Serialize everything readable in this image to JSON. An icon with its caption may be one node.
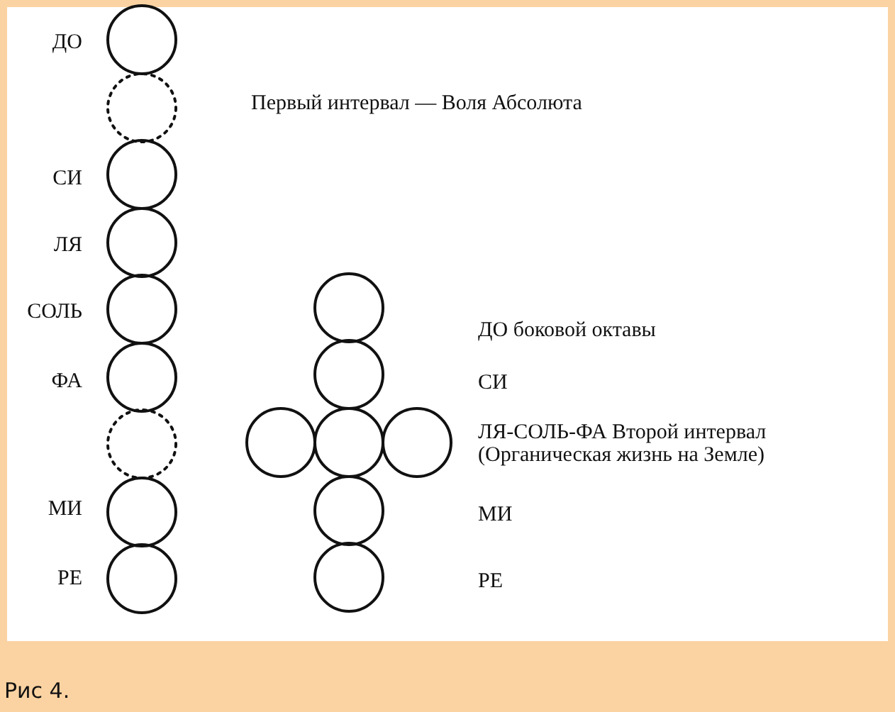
{
  "diagram": {
    "caption": "Рис 4.",
    "nodes": [
      {
        "text": [],
        "shape": "circle",
        "beside": [
          "ДО"
        ]
      },
      {
        "text": [],
        "shape": "dotted-circle",
        "beside": [
          "Первый интервал — Воля Абсолюта"
        ]
      },
      {
        "text": [],
        "shape": "circle",
        "beside": [
          "СИ"
        ]
      },
      {
        "text": [],
        "shape": "circle",
        "beside": [
          "ЛЯ"
        ]
      },
      {
        "text": [],
        "shape": "circle",
        "beside": [
          "СОЛЬ"
        ]
      },
      {
        "text": [],
        "shape": "circle",
        "beside": [
          "ФА"
        ]
      },
      {
        "text": [],
        "shape": "dotted-circle"
      },
      {
        "text": [],
        "shape": "circle",
        "beside": [
          "МИ"
        ]
      },
      {
        "text": [],
        "shape": "circle",
        "beside": [
          "РЕ"
        ]
      },
      {
        "text": [],
        "shape": "circle"
      },
      {
        "text": [],
        "shape": "circle"
      },
      {
        "text": [],
        "shape": "circle"
      },
      {
        "text": [],
        "shape": "circle"
      },
      {
        "text": [],
        "shape": "circle"
      },
      {
        "text": [],
        "shape": "circle"
      },
      {
        "text": [],
        "shape": "circle"
      }
    ],
    "labels": [
      "ДО боковой октавы",
      "СИ",
      "ЛЯ-СОЛЬ-ФА Второй интервал (Органическая жизнь на Земле)",
      "МИ",
      "РЕ"
    ]
  }
}
